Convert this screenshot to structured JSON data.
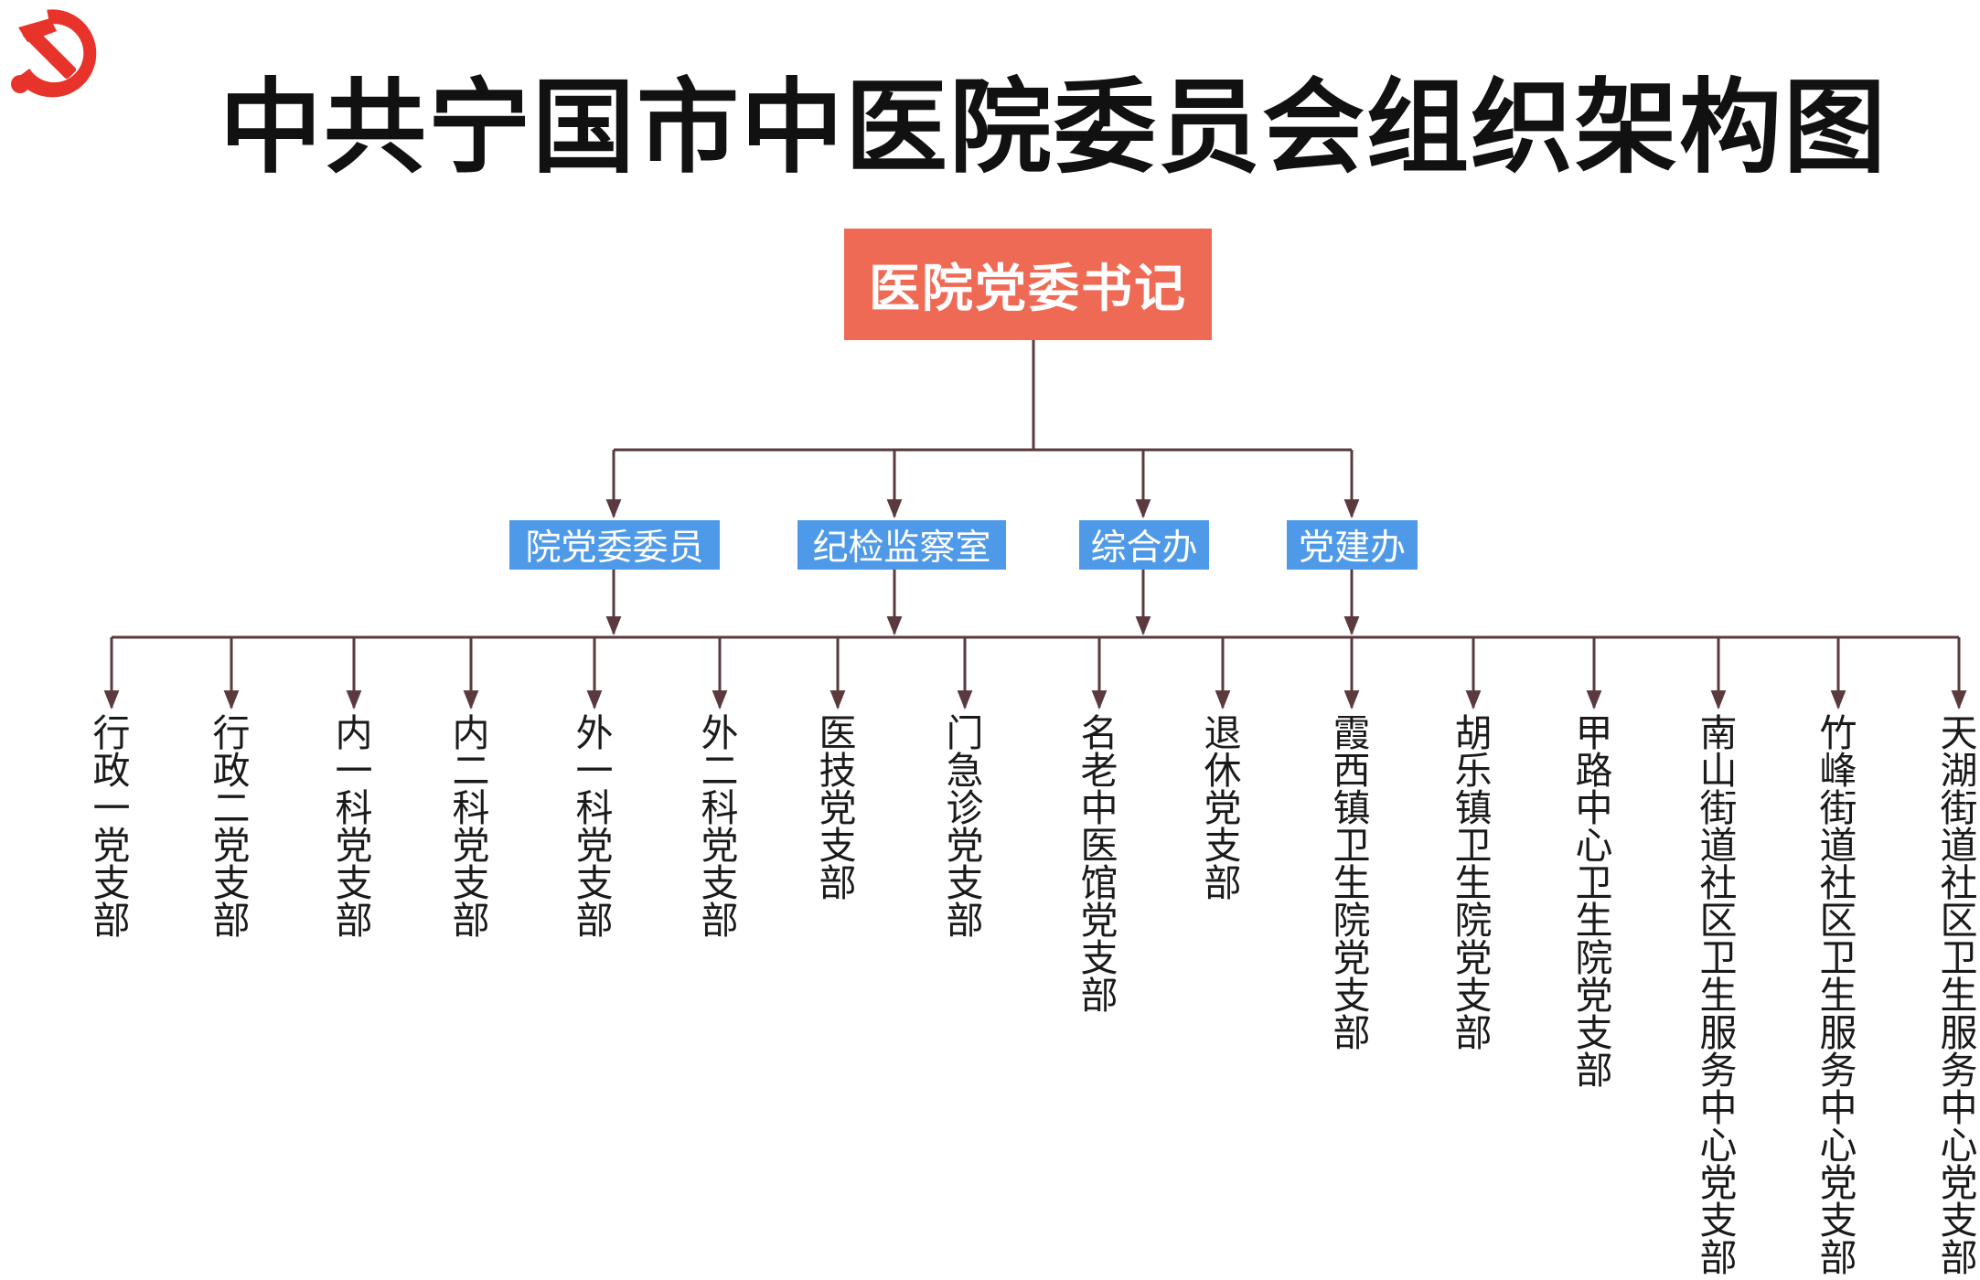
{
  "title": "中共宁国市中医院委员会组织架构图",
  "emblem_icon": "party-emblem-icon",
  "colors": {
    "emblem": "#e8332a",
    "top_box": "#ef6a55",
    "mid_box": "#4f9ae8",
    "line": "#5a3a3e"
  },
  "top": {
    "label": "医院党委书记"
  },
  "middle": [
    {
      "label": "院党委委员"
    },
    {
      "label": "纪检监察室"
    },
    {
      "label": "综合办"
    },
    {
      "label": "党建办"
    }
  ],
  "branches": [
    {
      "label": "行政一党支部"
    },
    {
      "label": "行政二党支部"
    },
    {
      "label": "内一科党支部"
    },
    {
      "label": "内二科党支部"
    },
    {
      "label": "外一科党支部"
    },
    {
      "label": "外二科党支部"
    },
    {
      "label": "医技党支部"
    },
    {
      "label": "门急诊党支部"
    },
    {
      "label": "名老中医馆党支部"
    },
    {
      "label": "退休党支部"
    },
    {
      "label": "霞西镇卫生院党支部"
    },
    {
      "label": "胡乐镇卫生院党支部"
    },
    {
      "label": "甲路中心卫生院党支部"
    },
    {
      "label": "南山街道社区卫生服务中心党支部"
    },
    {
      "label": "竹峰街道社区卫生服务中心党支部"
    },
    {
      "label": "天湖街道社区卫生服务中心党支部"
    }
  ]
}
